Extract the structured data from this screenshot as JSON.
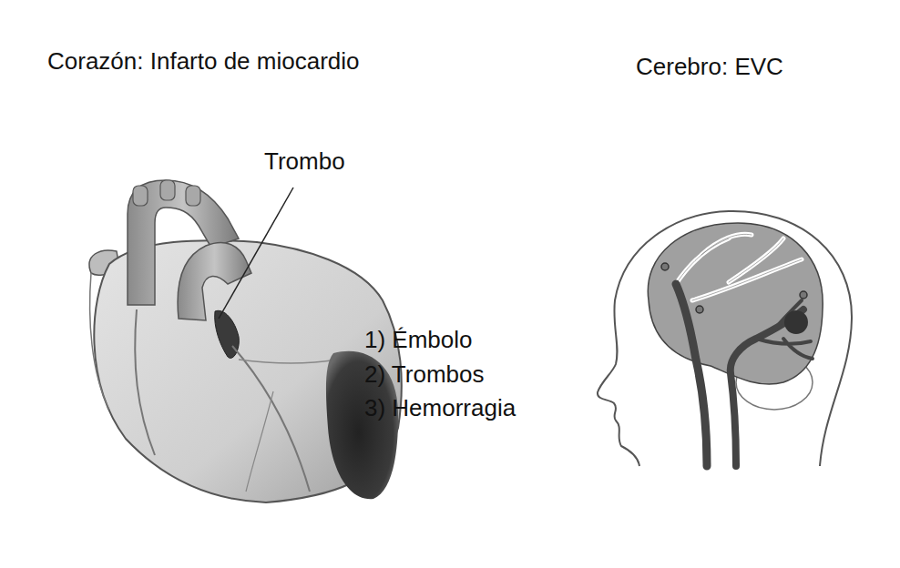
{
  "diagram": {
    "labels": [
      "Corazón: Infarto de miocardio",
      "Cerebro: EVC",
      "Trombo",
      "1) Émbolo",
      "2) Trombos",
      "3) Hemorragia"
    ]
  }
}
